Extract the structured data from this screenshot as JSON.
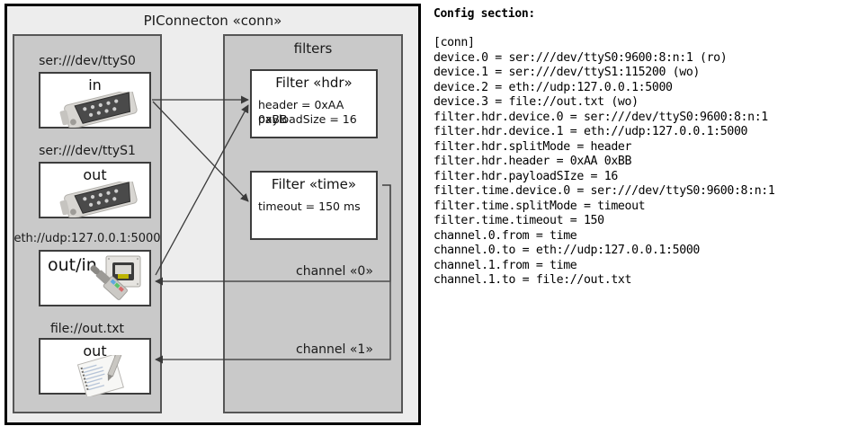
{
  "diagram": {
    "title": "PIConnecton «conn»",
    "devices_group": {
      "title": ""
    },
    "filters_group": {
      "title": "filters"
    },
    "devices": [
      {
        "url": "ser:///dev/ttyS0",
        "direction": "in",
        "icon": "serial-port-icon"
      },
      {
        "url": "ser:///dev/ttyS1",
        "direction": "out",
        "icon": "serial-port-icon"
      },
      {
        "url": "eth://udp:127.0.0.1:5000",
        "direction": "out/in",
        "icon": "ethernet-jack-icon"
      },
      {
        "url": "file://out.txt",
        "direction": "out",
        "icon": "text-file-icon"
      }
    ],
    "filters": [
      {
        "title": "Filter «hdr»",
        "props": [
          "header = 0xAA 0xBB",
          "payloadSize = 16"
        ]
      },
      {
        "title": "Filter «time»",
        "props": [
          "timeout = 150 ms"
        ]
      }
    ],
    "channels": [
      {
        "label": "channel «0»"
      },
      {
        "label": "channel «1»"
      }
    ]
  },
  "config": {
    "heading": "Config section:",
    "text": "[conn]\ndevice.0 = ser:///dev/ttyS0:9600:8:n:1 (ro)\ndevice.1 = ser:///dev/ttyS1:115200 (wo)\ndevice.2 = eth://udp:127.0.0.1:5000\ndevice.3 = file://out.txt (wo)\nfilter.hdr.device.0 = ser:///dev/ttyS0:9600:8:n:1\nfilter.hdr.device.1 = eth://udp:127.0.0.1:5000\nfilter.hdr.splitMode = header\nfilter.hdr.header = 0xAA 0xBB\nfilter.hdr.payloadSIze = 16\nfilter.time.device.0 = ser:///dev/ttyS0:9600:8:n:1\nfilter.time.splitMode = timeout\nfilter.time.timeout = 150\nchannel.0.from = time\nchannel.0.to = eth://udp:127.0.0.1:5000\nchannel.1.from = time\nchannel.1.to = file://out.txt"
  },
  "colors": {
    "outer_bg": "#ededed",
    "group_bg": "#c9c9c9",
    "node_bg": "#ffffff",
    "border_dark": "#000000",
    "border_mid": "#565656",
    "wire": "#3a3a3a"
  }
}
